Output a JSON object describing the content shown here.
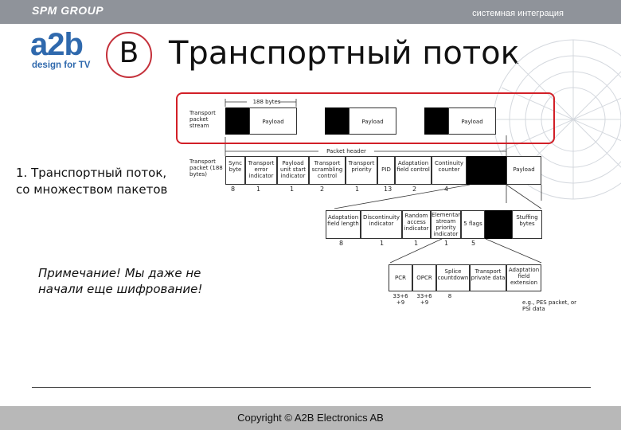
{
  "header": {
    "company": "SPM GROUP",
    "tagline": "системная интеграция"
  },
  "logo": {
    "mark": "a2b",
    "sub": "design for TV"
  },
  "slide": {
    "letter": "B",
    "title": "Транспортный поток",
    "list_item_1": "1. Транспортный поток, со множеством пакетов",
    "note": "Примечание! Мы даже не начали еще шифрование!"
  },
  "diagram": {
    "row1": {
      "bytes": "188 bytes",
      "label": "Transport packet stream",
      "payloads": [
        "Payload",
        "Payload",
        "Payload"
      ]
    },
    "row2": {
      "header": "Packet header",
      "label": "Transport packet (188 bytes)",
      "cells": [
        "Sync byte",
        "Transport error indicator",
        "Payload unit start indicator",
        "Transport scrambling control",
        "Transport priority",
        "PID",
        "Adaptation field control",
        "Continuity counter",
        "Payload"
      ],
      "nums": [
        "8",
        "1",
        "1",
        "2",
        "1",
        "13",
        "2",
        "4"
      ]
    },
    "row3": {
      "cells": [
        "Adaptation field length",
        "Discontinuity indicator",
        "Random access indicator",
        "Elementary stream priority indicator",
        "5 flags",
        "Stuffing bytes"
      ],
      "nums": [
        "8",
        "1",
        "1",
        "1",
        "5"
      ]
    },
    "row4": {
      "cells": [
        "PCR",
        "OPCR",
        "Splice countdown",
        "Transport private data",
        "Adaptation field extension"
      ],
      "nums": [
        "33+6 +9",
        "33+6 +9",
        "8"
      ],
      "note": "e.g., PES packet, or PSI data"
    }
  },
  "footer": {
    "copyright": "Copyright © A2B Electronics AB"
  }
}
